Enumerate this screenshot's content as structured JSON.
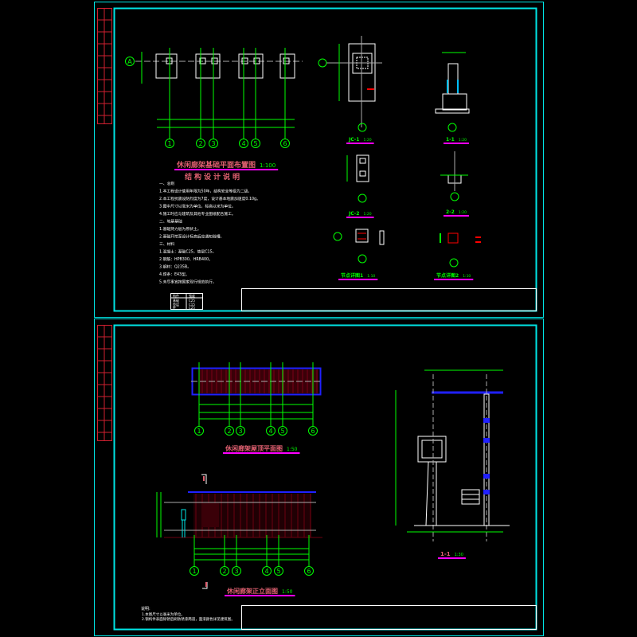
{
  "colors": {
    "frame": "#00e5e5",
    "grid": "#00ff00",
    "title": "#e06070",
    "underline": "#ff00ff",
    "wall": "#6b0010",
    "beam": "#2020ff",
    "text": "#ffffff"
  },
  "sheet1": {
    "plan_title": "休闲廊架基础平面布置图",
    "plan_scale": "1:100",
    "notes_title": "结构设计说明",
    "axis_row": "A",
    "axes": [
      "1",
      "2",
      "3",
      "4",
      "5",
      "6"
    ],
    "notes": [
      "一、总则",
      "1.本工程设计使用年限为50年，结构安全等级为二级。",
      "2.本工程抗震设防烈度为7度，设计基本地震加速度0.10g。",
      "3.图中尺寸以毫米为单位，标高以米为单位。",
      "4.施工时应与建筑及其他专业图纸配合施工。",
      "二、地基基础",
      "1.基础持力层为原状土。",
      "2.基础开挖至设计标高后应通知验槽。",
      "三、材料",
      "1.混凝土：基础C25，垫层C15。",
      "2.钢筋：HPB300、HRB400。",
      "3.钢材：Q235B。",
      "4.焊条：E43型。",
      "5.未尽事宜按国家现行规范执行。"
    ],
    "table": {
      "headers": [
        "构件",
        "强度"
      ],
      "rows": [
        [
          "基础",
          "C25"
        ],
        [
          "垫层",
          "C15"
        ],
        [
          "柱",
          "C25"
        ]
      ]
    },
    "details": [
      {
        "name": "JC-1",
        "scale": "1:20"
      },
      {
        "name": "1-1",
        "scale": "1:20"
      },
      {
        "name": "JC-2",
        "scale": "1:20"
      },
      {
        "name": "2-2",
        "scale": "1:20"
      },
      {
        "name": "节点详图1",
        "scale": "1:10"
      },
      {
        "name": "节点详图2",
        "scale": "1:10"
      }
    ]
  },
  "sheet2": {
    "roof_title": "休闲廊架屋顶平面图",
    "roof_scale": "1:50",
    "elev_title": "休闲廊架正立面图",
    "elev_scale": "1:50",
    "section_title": "1-1",
    "section_scale": "1:30",
    "section_marker": "1",
    "axes": [
      "1",
      "2",
      "3",
      "4",
      "5",
      "6"
    ],
    "notes_title": "说明:",
    "notes": [
      "1.本图尺寸以毫米为单位。",
      "2.钢构件表面除锈后刷防锈漆两道，面漆颜色详见建筑图。"
    ]
  }
}
